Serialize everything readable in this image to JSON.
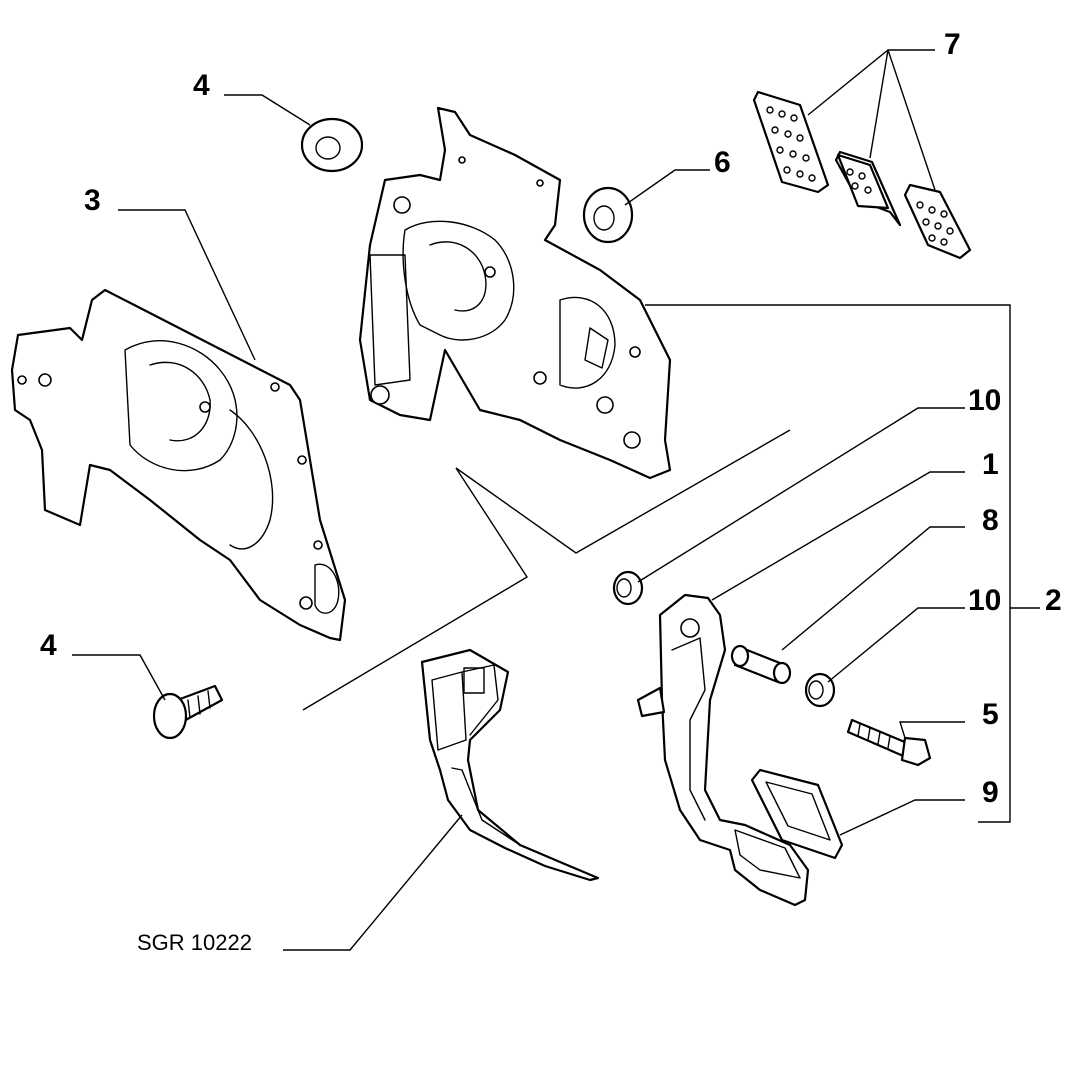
{
  "diagram": {
    "reference_code": "SGR 10222",
    "callouts": [
      {
        "id": "c4a",
        "label": "4"
      },
      {
        "id": "c3",
        "label": "3"
      },
      {
        "id": "c6",
        "label": "6"
      },
      {
        "id": "c7",
        "label": "7"
      },
      {
        "id": "c10a",
        "label": "10"
      },
      {
        "id": "c1",
        "label": "1"
      },
      {
        "id": "c8",
        "label": "8"
      },
      {
        "id": "c10b",
        "label": "10"
      },
      {
        "id": "c2",
        "label": "2"
      },
      {
        "id": "c4b",
        "label": "4"
      },
      {
        "id": "c5",
        "label": "5"
      },
      {
        "id": "c9",
        "label": "9"
      }
    ]
  }
}
